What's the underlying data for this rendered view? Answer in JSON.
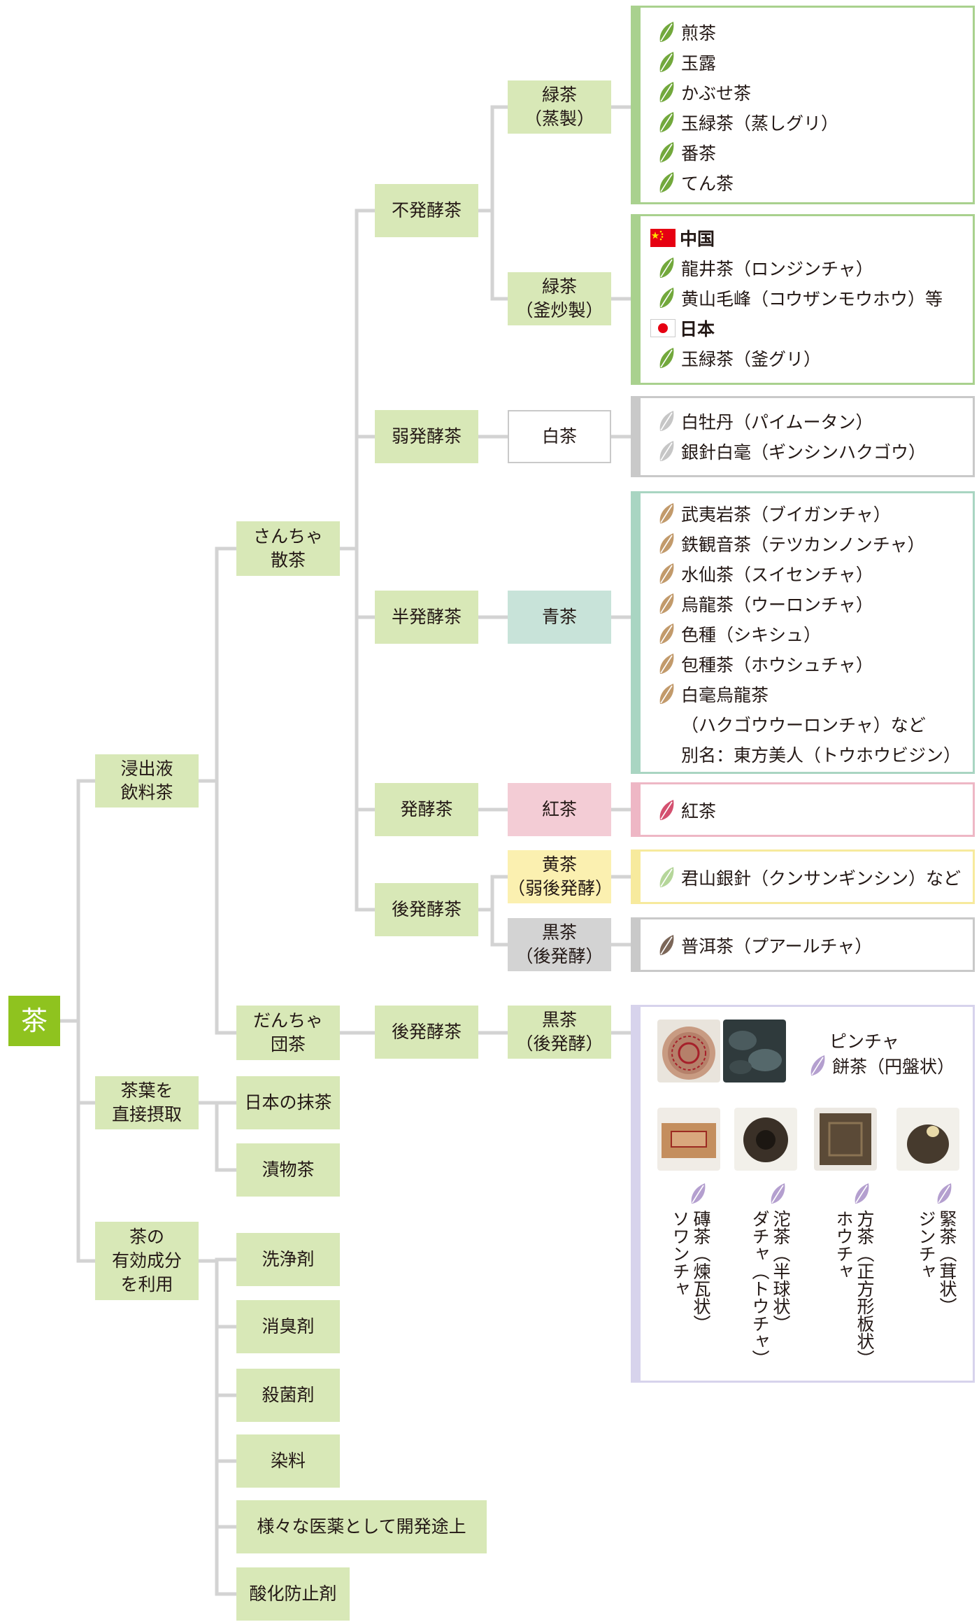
{
  "colors": {
    "line": "#d3d3d3",
    "root": "#8fc31f",
    "node_green": "#d8e8b7",
    "node_blue": "#c8e3d9",
    "node_pink": "#f3ccd5",
    "node_yellow": "#fbf0b0",
    "node_gray": "#d3d3d3",
    "border_green": "#a9d18e",
    "border_gray": "#c9c9c9",
    "border_blue": "#a9d5c2",
    "border_pink": "#eeb7c5",
    "border_yellow": "#f7ea9d",
    "border_purple": "#d7d3ec",
    "leaf_green": "#72a83c",
    "leaf_gray": "#c6c6c6",
    "leaf_brown": "#c29a6b",
    "leaf_pink": "#d4506f",
    "leaf_lightgreen": "#b5d69a",
    "leaf_darkbrown": "#7b6658",
    "leaf_purple": "#b49fcf"
  },
  "root": {
    "label": "茶"
  },
  "level1": {
    "infusion": [
      "浸出液",
      "飲料茶"
    ],
    "leaf_intake": [
      "茶葉を",
      "直接摂取"
    ],
    "components": [
      "茶の",
      "有効成分",
      "を利用"
    ]
  },
  "level2": {
    "sancha": [
      "さんちゃ",
      "散茶"
    ],
    "dancha": [
      "だんちゃ",
      "団茶"
    ],
    "matcha": "日本の抹茶",
    "tsukemono": "漬物茶",
    "senjozai": "洗浄剤",
    "shoshuzai": "消臭剤",
    "sakkinzai": "殺菌剤",
    "senryo": "染料",
    "iyaku": "様々な医薬として開発途上",
    "sanka": "酸化防止剤"
  },
  "level3": {
    "unfermented": "不発酵茶",
    "weak": "弱発酵茶",
    "semi": "半発酵茶",
    "fermented": "発酵茶",
    "post": "後発酵茶",
    "post_dancha": "後発酵茶"
  },
  "level4": {
    "green_steamed": [
      "緑茶",
      "（蒸製）"
    ],
    "green_pan": [
      "緑茶",
      "（釜炒製）"
    ],
    "white": "白茶",
    "blue": "青茶",
    "red": "紅茶",
    "yellow": [
      "黄茶",
      "（弱後発酵）"
    ],
    "black": [
      "黒茶",
      "（後発酵）"
    ],
    "black_dancha": [
      "黒茶",
      "（後発酵）"
    ]
  },
  "lists": {
    "steamed": [
      "煎茶",
      "玉露",
      "かぶせ茶",
      "玉緑茶（蒸しグリ）",
      "番茶",
      "てん茶"
    ],
    "pan": {
      "china_label": "中国",
      "china_items": [
        "龍井茶（ロンジンチャ）",
        "黄山毛峰（コウザンモウホウ）等"
      ],
      "japan_label": "日本",
      "japan_items": [
        "玉緑茶（釜グリ）"
      ]
    },
    "white": [
      "白牡丹（パイムータン）",
      "銀針白毫（ギンシンハクゴウ）"
    ],
    "blue": [
      "武夷岩茶（ブイガンチャ）",
      "鉄観音茶（テツカンノンチャ）",
      "水仙茶（スイセンチャ）",
      "烏龍茶（ウーロンチャ）",
      "色種（シキシュ）",
      "包種茶（ホウシュチャ）",
      "白毫烏龍茶",
      "（ハクゴウウーロンチャ）など",
      "別名：東方美人（トウホウビジン）"
    ],
    "red": [
      "紅茶"
    ],
    "yellow": [
      "君山銀針（クンサンギンシン）など"
    ],
    "black": [
      "普洱茶（プアールチャ）"
    ]
  },
  "dancha_types": {
    "pincha": [
      "ピンチャ",
      "餅茶（円盤状）"
    ],
    "vertical": [
      {
        "line1": "磚茶（煉瓦状）",
        "line2": "ソワンチャ"
      },
      {
        "line1": "沱茶（半球状）",
        "line2": "ダチャ（トウチャ）"
      },
      {
        "line1": "方茶（正方形板状）",
        "line2": "ホウチャ"
      },
      {
        "line1": "緊茶（茸状）",
        "line2": "ジンチャ"
      }
    ]
  }
}
